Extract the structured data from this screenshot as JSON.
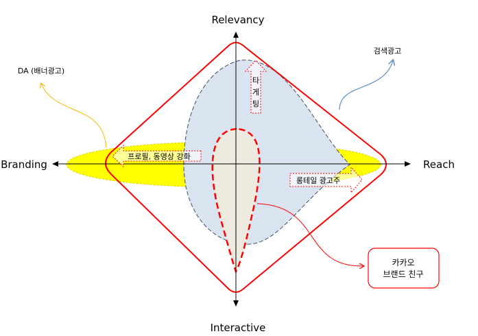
{
  "axes": {
    "top": "Relevancy",
    "bottom": "Interactive",
    "left": "Branding",
    "right": "Reach"
  },
  "callouts": {
    "da": "DA (배너광고)",
    "search": "검색광고"
  },
  "arrows": {
    "profile": "프로필, 동영상 강화",
    "targeting": [
      "타",
      "게",
      "팅"
    ],
    "longtail": "롱테일 광고주"
  },
  "box": {
    "line1": "카카오",
    "line2": "브랜드 친구"
  },
  "colors": {
    "red": "#ff0000",
    "yellow": "#ffff00",
    "blue_fill": "#dae3f0",
    "beige": "#eeeae0"
  }
}
